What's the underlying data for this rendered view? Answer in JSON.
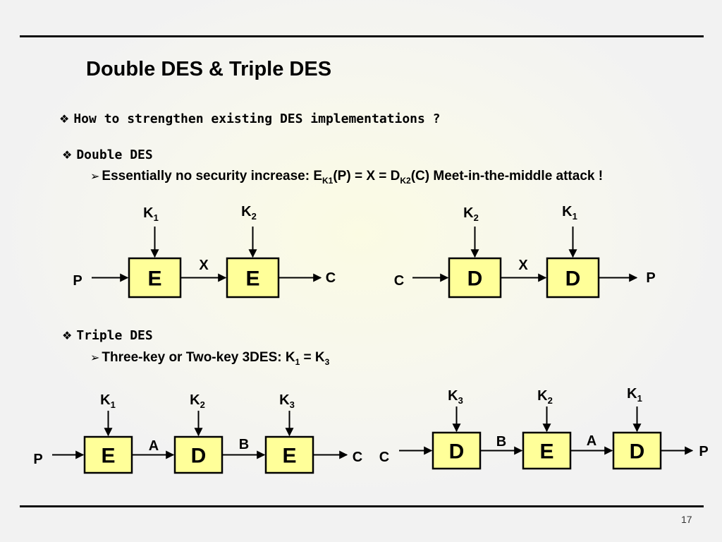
{
  "title": "Double DES & Triple DES",
  "bullets": {
    "strengthen": "How to strengthen existing DES implementations ?",
    "double_des": "Double DES",
    "double_des_detail": {
      "part1": "Essentially no security increase: E",
      "sub1": "K1",
      "part2": "(P) = X = D",
      "sub2": "K2",
      "part3": "(C) Meet-in-the-middle attack !"
    },
    "triple_des": "Triple DES",
    "triple_des_detail": {
      "part1": "Three-key or Two-key 3DES: K",
      "sub1": "1",
      "part2": " = K",
      "sub2": "3"
    }
  },
  "diagrams": [
    {
      "id": "double-encrypt",
      "input": "P",
      "output": "C",
      "boxes": [
        {
          "label": "E",
          "key": "K",
          "key_sub": "1"
        },
        {
          "label": "E",
          "key": "K",
          "key_sub": "2"
        }
      ],
      "intermediates": [
        "X"
      ]
    },
    {
      "id": "double-decrypt",
      "input": "C",
      "output": "P",
      "boxes": [
        {
          "label": "D",
          "key": "K",
          "key_sub": "2"
        },
        {
          "label": "D",
          "key": "K",
          "key_sub": "1"
        }
      ],
      "intermediates": [
        "X"
      ]
    },
    {
      "id": "triple-encrypt",
      "input": "P",
      "output": "C",
      "boxes": [
        {
          "label": "E",
          "key": "K",
          "key_sub": "1"
        },
        {
          "label": "D",
          "key": "K",
          "key_sub": "2"
        },
        {
          "label": "E",
          "key": "K",
          "key_sub": "3"
        }
      ],
      "intermediates": [
        "A",
        "B"
      ]
    },
    {
      "id": "triple-decrypt",
      "input": "C",
      "output": "P",
      "boxes": [
        {
          "label": "D",
          "key": "K",
          "key_sub": "3"
        },
        {
          "label": "E",
          "key": "K",
          "key_sub": "2"
        },
        {
          "label": "D",
          "key": "K",
          "key_sub": "1"
        }
      ],
      "intermediates": [
        "B",
        "A"
      ]
    }
  ],
  "page_number": "17",
  "colors": {
    "box_fill": "#ffff99",
    "stroke": "#000000"
  },
  "icons": {
    "bullet": "diamond-bullet-icon",
    "sub_bullet": "arrowhead-bullet-icon"
  }
}
